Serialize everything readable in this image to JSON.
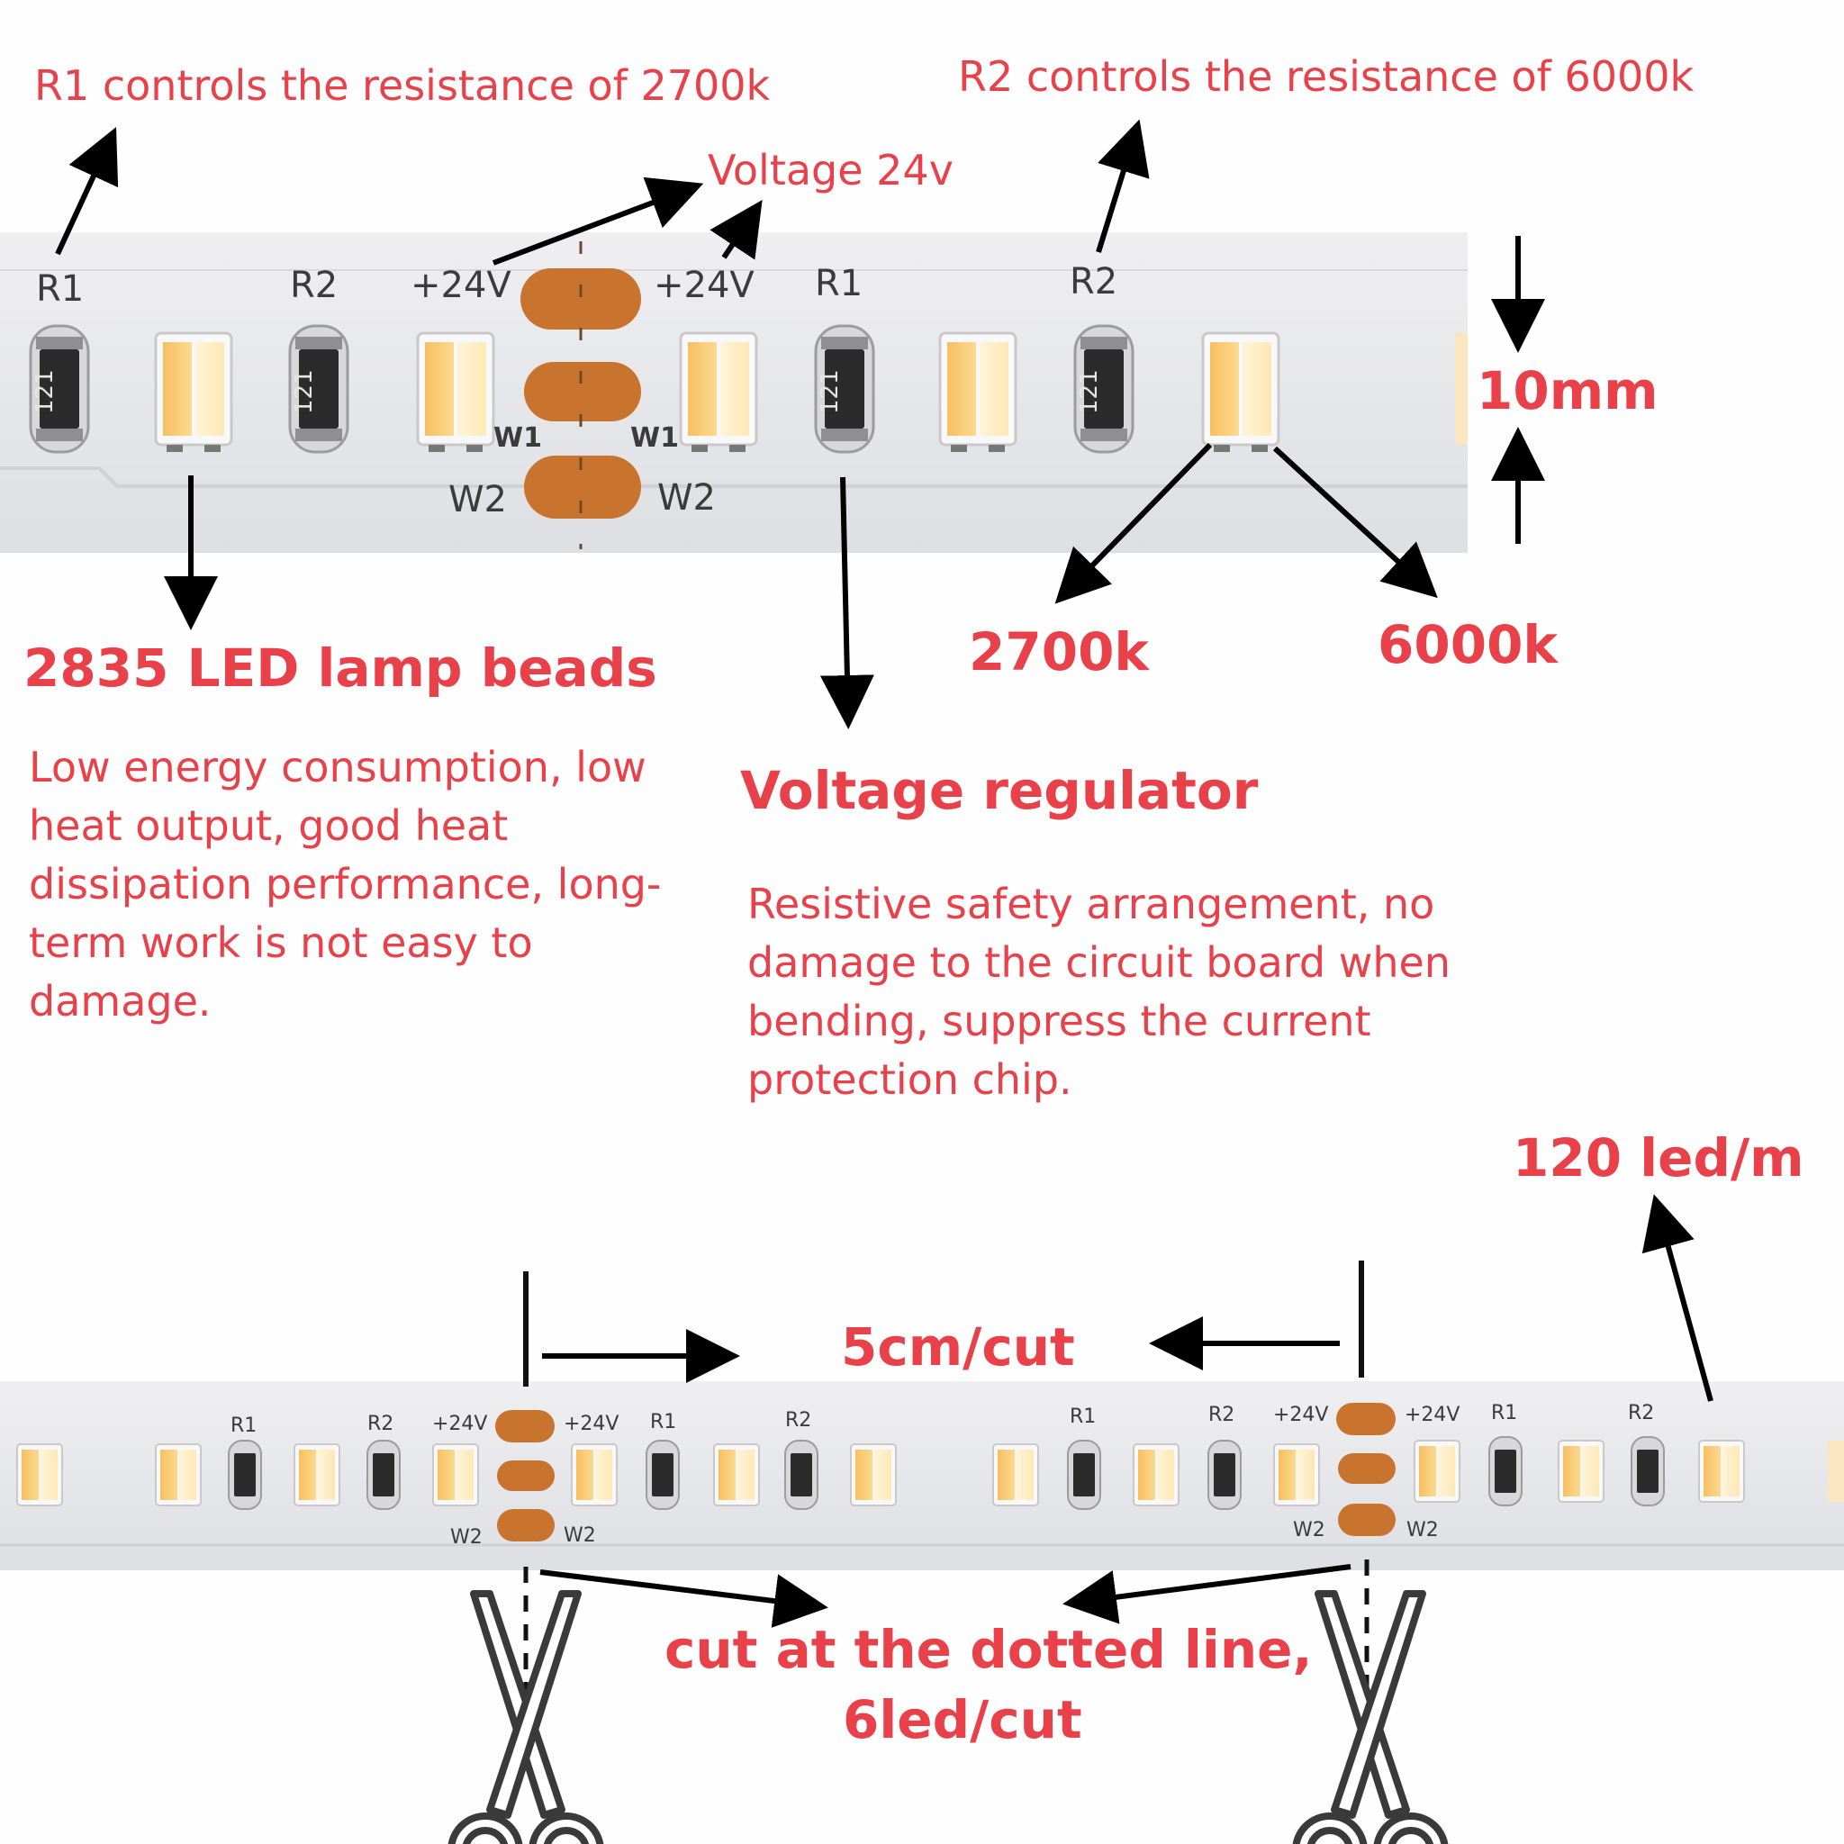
{
  "annotations": {
    "r1_note": "R1 controls the resistance of 2700k",
    "r2_note": "R2 controls the resistance of 6000k",
    "voltage_note": "Voltage 24v",
    "width_label": "10mm",
    "led_title": "2835 LED lamp beads",
    "led_desc": "Low energy consumption, low heat output, good heat dissipation performance, long-term work is not easy to damage.",
    "temp_warm": "2700k",
    "temp_cool": "6000k",
    "regulator_title": "Voltage regulator",
    "regulator_desc": "Resistive safety arrangement, no damage to the circuit board when bending, suppress the current protection chip.",
    "density_label": "120 led/m",
    "cut_length_label": "5cm/cut",
    "cut_instruction_line1": "cut at the dotted line,",
    "cut_instruction_line2": "6led/cut"
  },
  "pcb_labels": {
    "r1": "R1",
    "r2": "R2",
    "plus24v": "+24V",
    "w1": "W1",
    "w2": "W2",
    "resistor_code": "121"
  },
  "colors": {
    "annotation_red": "#e8414a",
    "pcb_white": "#e9e9ec",
    "copper_pad": "#c8742f",
    "led_warm": "#f6c56a",
    "led_cool": "#fff2d6"
  },
  "icons": [
    "scissors-icon"
  ]
}
